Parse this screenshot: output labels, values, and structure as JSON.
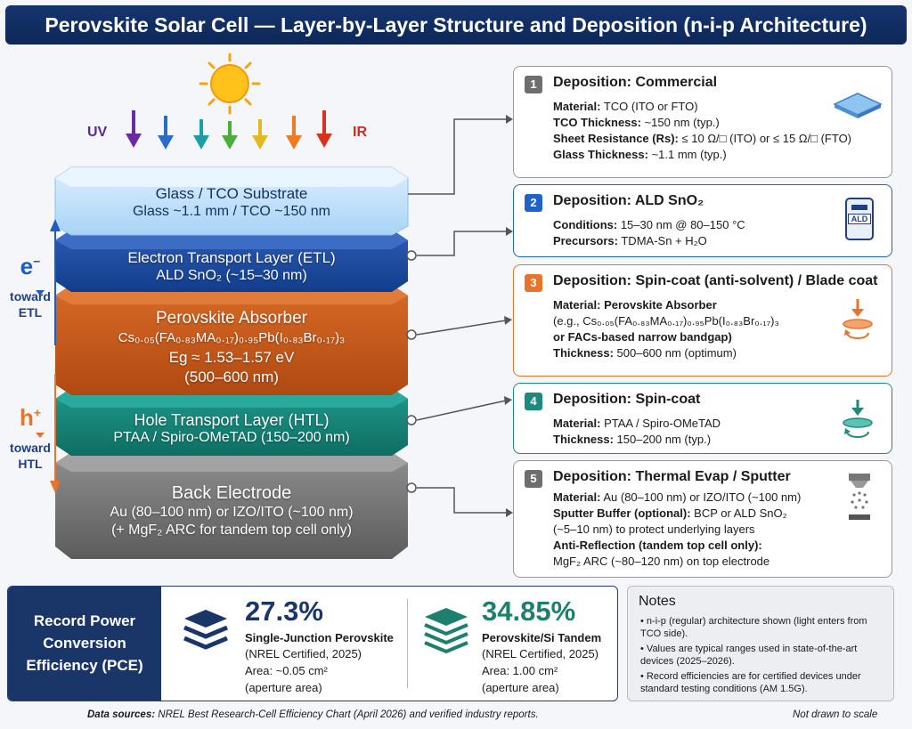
{
  "title": "Perovskite Solar Cell — Layer-by-Layer Structure and Deposition (n-i-p Architecture)",
  "light": {
    "uv": "UV",
    "ir": "IR"
  },
  "carriers": {
    "electron": {
      "symbol": "e",
      "sup": "−",
      "label1": "toward",
      "label2": "ETL"
    },
    "hole": {
      "symbol": "h",
      "sup": "+",
      "label1": "toward",
      "label2": "HTL"
    }
  },
  "layers": [
    {
      "name": "Glass / TCO Substrate",
      "detail": "Glass ~1.1 mm / TCO ~150 nm"
    },
    {
      "name": "Electron Transport Layer (ETL)",
      "detail": "ALD SnO₂ (~15–30 nm)"
    },
    {
      "name": "Perovskite Absorber",
      "detail": "Cs₀.₀₅(FA₀.₈₃MA₀.₁₇)₀.₉₅Pb(I₀.₈₃Br₀.₁₇)₃",
      "detail2": "Eg ≈ 1.53–1.57 eV",
      "detail3": "(500–600 nm)"
    },
    {
      "name": "Hole Transport Layer (HTL)",
      "detail": "PTAA / Spiro-OMeTAD (150–200 nm)"
    },
    {
      "name": "Back Electrode",
      "detail": "Au (80–100 nm) or IZO/ITO (~100 nm)",
      "detail2": "(+ MgF₂ ARC for tandem top cell only)"
    }
  ],
  "steps": [
    {
      "num": "1",
      "title": "Deposition: Commercial",
      "color": "#6e6e6e",
      "lines": [
        {
          "k": "Material:",
          "v": " TCO (ITO or FTO)"
        },
        {
          "k": "TCO Thickness:",
          "v": " ~150 nm (typ.)"
        },
        {
          "k": "Sheet Resistance (Rs):",
          "v": " ≤ 10 Ω/□ (ITO) or ≤ 15 Ω/□ (FTO)"
        },
        {
          "k": "Glass Thickness:",
          "v": " ~1.1 mm (typ.)"
        }
      ]
    },
    {
      "num": "2",
      "title": "Deposition: ALD SnO₂",
      "color": "#1f62c8",
      "lines": [
        {
          "k": "Conditions:",
          "v": " 15–30 nm @ 80–150 °C"
        },
        {
          "k": "Precursors:",
          "v": " TDMA-Sn + H₂O"
        }
      ],
      "icon_text": "ALD"
    },
    {
      "num": "3",
      "title": "Deposition: Spin-coat (anti-solvent) / Blade coat",
      "color": "#e8732a",
      "lines": [
        {
          "k": "Material: Perovskite Absorber",
          "v": ""
        },
        {
          "k": "",
          "v": "(e.g., Cs₀.₀₅(FA₀.₈₃MA₀.₁₇)₀.₉₅Pb(I₀.₈₃Br₀.₁₇)₃"
        },
        {
          "k": "or FACs-based narrow bandgap)",
          "v": ""
        },
        {
          "k": "Thickness:",
          "v": " 500–600 nm (optimum)"
        }
      ]
    },
    {
      "num": "4",
      "title": "Deposition: Spin-coat",
      "color": "#1d8a80",
      "lines": [
        {
          "k": "Material:",
          "v": " PTAA / Spiro-OMeTAD"
        },
        {
          "k": "Thickness:",
          "v": " 150–200 nm (typ.)"
        }
      ]
    },
    {
      "num": "5",
      "title": "Deposition: Thermal Evap / Sputter",
      "color": "#6e6e6e",
      "lines": [
        {
          "k": "Material:",
          "v": " Au (80–100 nm) or IZO/ITO (~100 nm)"
        },
        {
          "k": "Sputter Buffer (optional):",
          "v": " BCP or ALD SnO₂"
        },
        {
          "k": "",
          "v": "(~5–10 nm) to protect underlying layers"
        },
        {
          "k": "Anti-Reflection (tandem top cell only):",
          "v": ""
        },
        {
          "k": "",
          "v": "MgF₂ ARC (~80–120 nm) on top electrode"
        }
      ]
    }
  ],
  "pce": {
    "label": "Record Power Conversion Efficiency (PCE)",
    "single": {
      "value": "27.3%",
      "name": "Single-Junction Perovskite",
      "cert": "(NREL Certified, 2025)",
      "area": "Area: ~0.05 cm²",
      "area_note": "(aperture area)",
      "color": "#1a3668"
    },
    "tandem": {
      "value": "34.85%",
      "name": "Perovskite/Si Tandem",
      "cert": "(NREL Certified, 2025)",
      "area": "Area: 1.00 cm²",
      "area_note": "(aperture area)",
      "color": "#1d7f6d"
    }
  },
  "notes": {
    "title": "Notes",
    "items": [
      "n-i-p (regular) architecture shown (light enters from TCO side).",
      "Values are typical ranges used in state-of-the-art devices (2025–2026).",
      "Record efficiencies are for certified devices under standard testing conditions (AM 1.5G)."
    ]
  },
  "footer": {
    "label": "Data sources:",
    "sources": "NREL Best Research-Cell Efficiency Chart (April 2026) and verified industry reports.",
    "scale": "Not drawn to scale"
  }
}
